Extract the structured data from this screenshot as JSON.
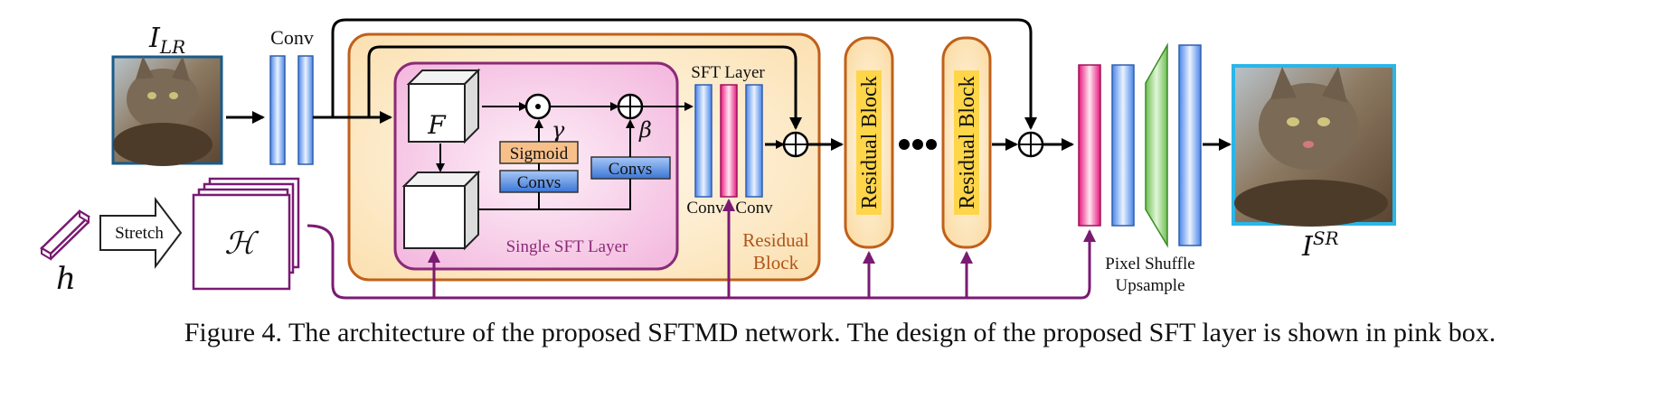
{
  "labels": {
    "i_lr_base": "I",
    "i_lr_sub": "LR",
    "i_sr_base": "I",
    "i_sr_sup": "SR",
    "conv_top": "Conv",
    "f": "F",
    "gamma": "γ",
    "beta": "β",
    "sigmoid": "Sigmoid",
    "convs_left": "Convs",
    "convs_right": "Convs",
    "sft_layer": "SFT Layer",
    "conv_left": "Conv",
    "conv_right": "Conv",
    "single_sft": "Single SFT Layer",
    "residual_line1": "Residual",
    "residual_line2": "Block",
    "residual_block_1": "Residual Block",
    "residual_block_2": "Residual Block",
    "stretch": "Stretch",
    "h_vec": "h",
    "h_map": "ℋ",
    "pixel_shuffle": "Pixel Shuffle",
    "upsample": "Upsample"
  },
  "caption": "Figure 4. The architecture of the proposed SFTMD network. The design of the proposed SFT layer is shown in pink box.",
  "colors": {
    "conv_blue": "#4a86e8",
    "sft_pink": "#e8177d",
    "residual_border": "#c0601a",
    "residual_fill": "#fde5b8",
    "residual_text_bg": "#ffd54a",
    "sft_border": "#8b2a78",
    "sft_fill": "#f6c4e6",
    "purple": "#7a1a72",
    "frame_blue": "#29b6e8",
    "frame_dark": "#1a5b8a",
    "pixel_shuffle_green": "#8ccf6e",
    "sigmoid_fill": "#f7c08a"
  },
  "images": {
    "lr_photo": "tabby-cat-lr",
    "sr_photo": "tabby-cat-sr"
  }
}
